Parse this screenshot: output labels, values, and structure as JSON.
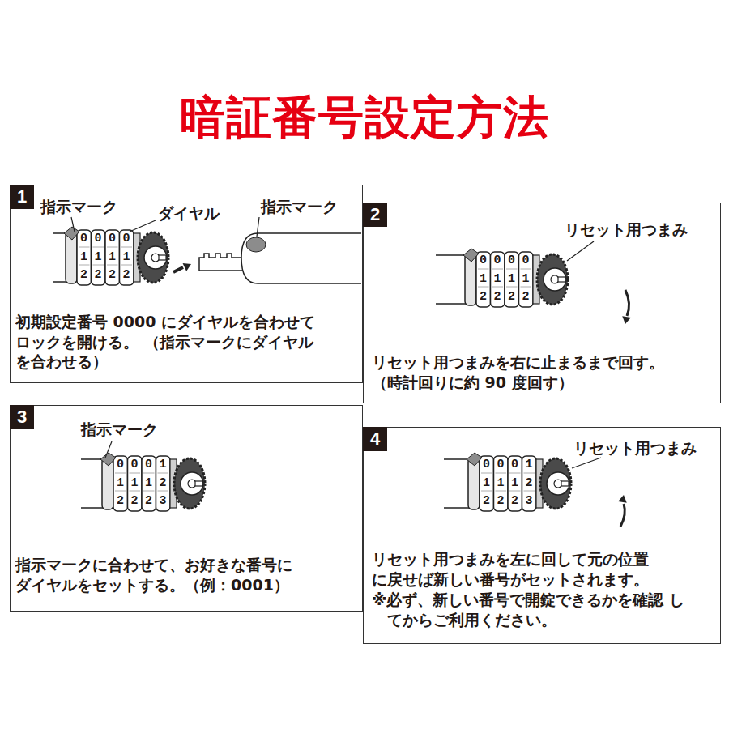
{
  "diagram": {
    "title": "暗証番号設定方法",
    "nodes": [
      {
        "text": [
          "1",
          "初期設定番号 0000 にダイヤルを合わせて ロックを開ける。 （指示マークにダイヤルを合わせる）"
        ]
      },
      {
        "text": [
          "2",
          "リセット用つまみを右に止まるまで回す。 （時計回りに約 90 度回す）"
        ]
      },
      {
        "text": [
          "3",
          "指示マークに合わせて、お好きな番号に ダイヤルをセットする。（例：0001）"
        ]
      },
      {
        "text": [
          "4",
          "リセット用つまみを左に回して元の位置 に戻せば新しい番号がセットされます。",
          "※必ず、新しい番号で開錠できるかを確認 してからご利用ください。"
        ]
      }
    ],
    "labels": [
      "指示マーク",
      "ダイヤル",
      "指示マーク",
      "0000",
      "1111",
      "2222",
      "リセット用つまみ",
      "0000",
      "1111",
      "2222",
      "指示マーク",
      "0001",
      "1112",
      "2223",
      "リセット用つまみ",
      "0001",
      "1112",
      "2223"
    ]
  }
}
